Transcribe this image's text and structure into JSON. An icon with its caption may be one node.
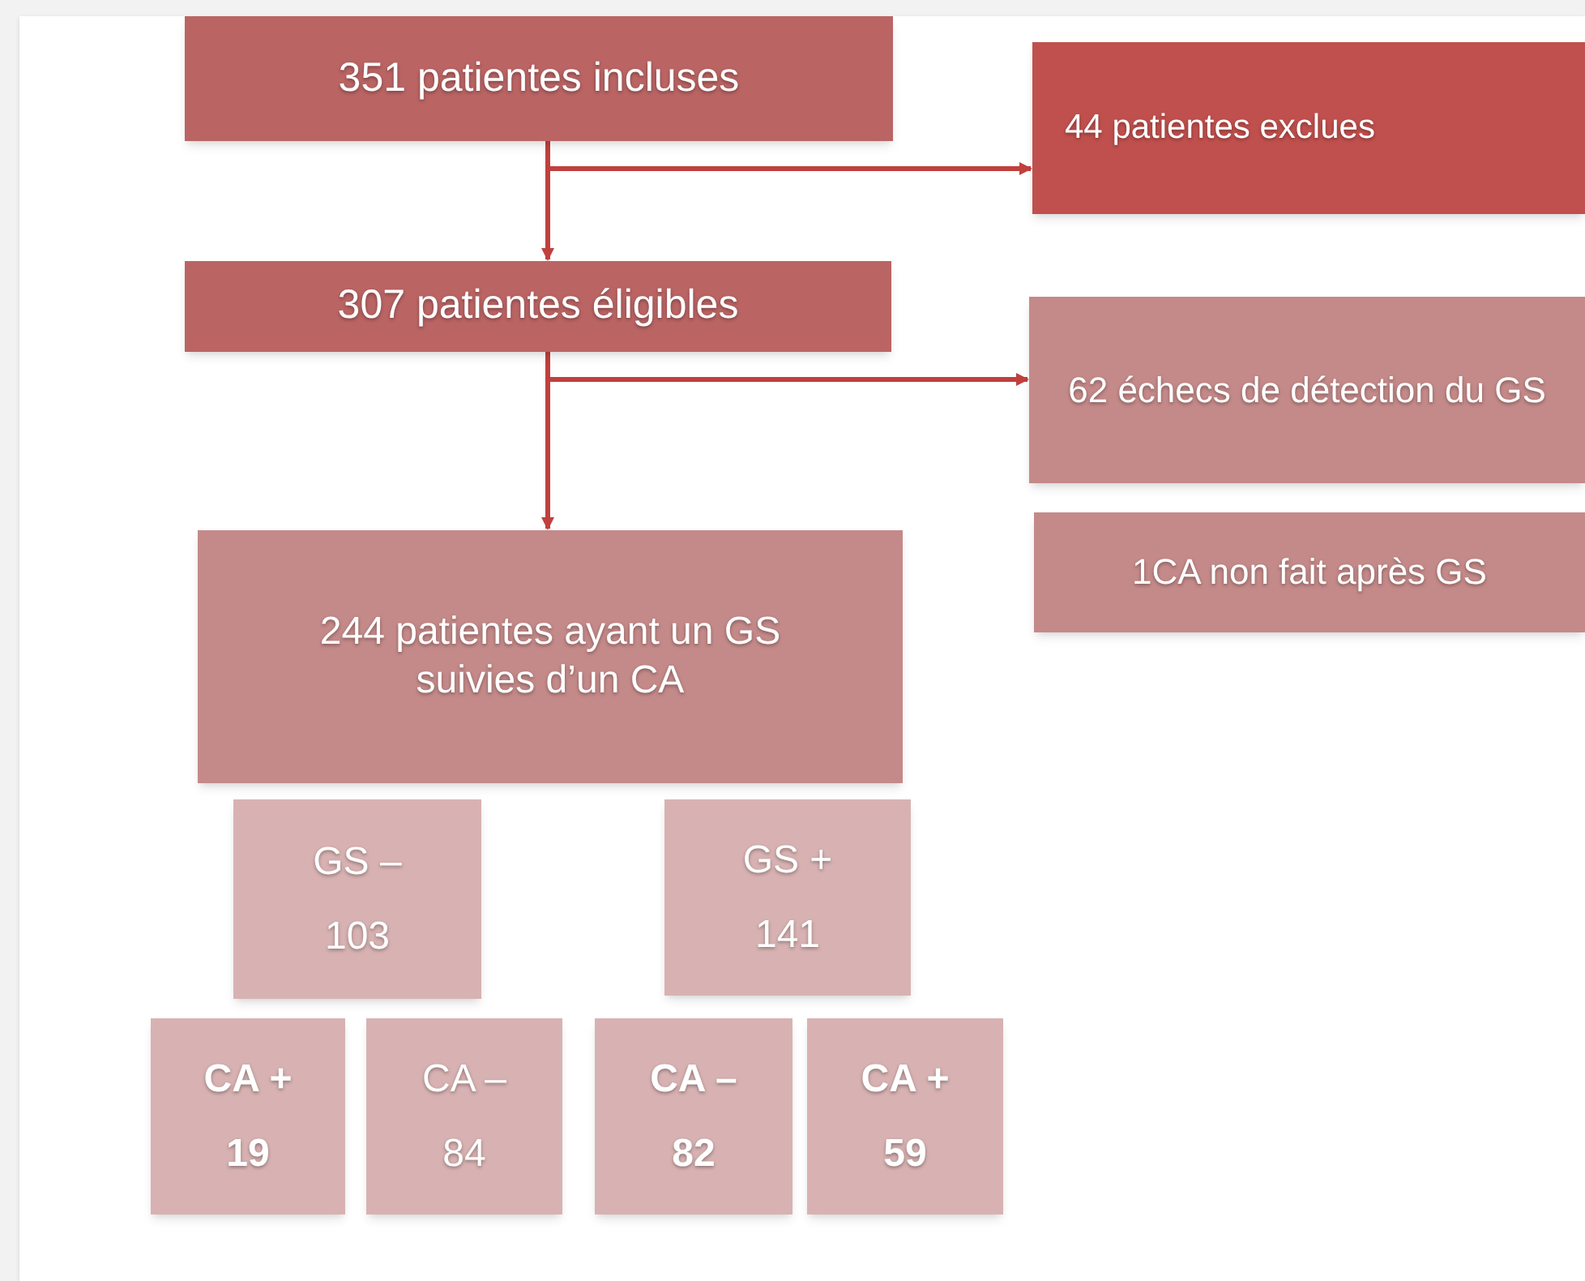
{
  "diagram": {
    "nodes": [
      {
        "text": [
          "351 patientes incluses"
        ]
      },
      {
        "text": [
          "44 patientes exclues"
        ]
      },
      {
        "text": [
          "307 patientes éligibles"
        ]
      },
      {
        "text": [
          "62 échecs de détection du GS"
        ]
      },
      {
        "text": [
          "1CA non fait après GS"
        ]
      },
      {
        "text": [
          "244 patientes ayant un GS suivies d’un CA"
        ]
      },
      {
        "text": [
          "GS –",
          "103"
        ]
      },
      {
        "text": [
          "GS +",
          "141"
        ]
      },
      {
        "text": [
          "CA +",
          "19"
        ]
      },
      {
        "text": [
          "CA –",
          "84"
        ]
      },
      {
        "text": [
          "CA –",
          "82"
        ]
      },
      {
        "text": [
          "CA +",
          "59"
        ]
      }
    ],
    "edges": [
      {
        "from": 0,
        "to": 2,
        "arrow": "to"
      },
      {
        "from": 0,
        "to": 1,
        "arrow": "to"
      },
      {
        "from": 2,
        "to": 5,
        "arrow": "to"
      },
      {
        "from": 2,
        "to": 3,
        "arrow": "to"
      }
    ]
  }
}
